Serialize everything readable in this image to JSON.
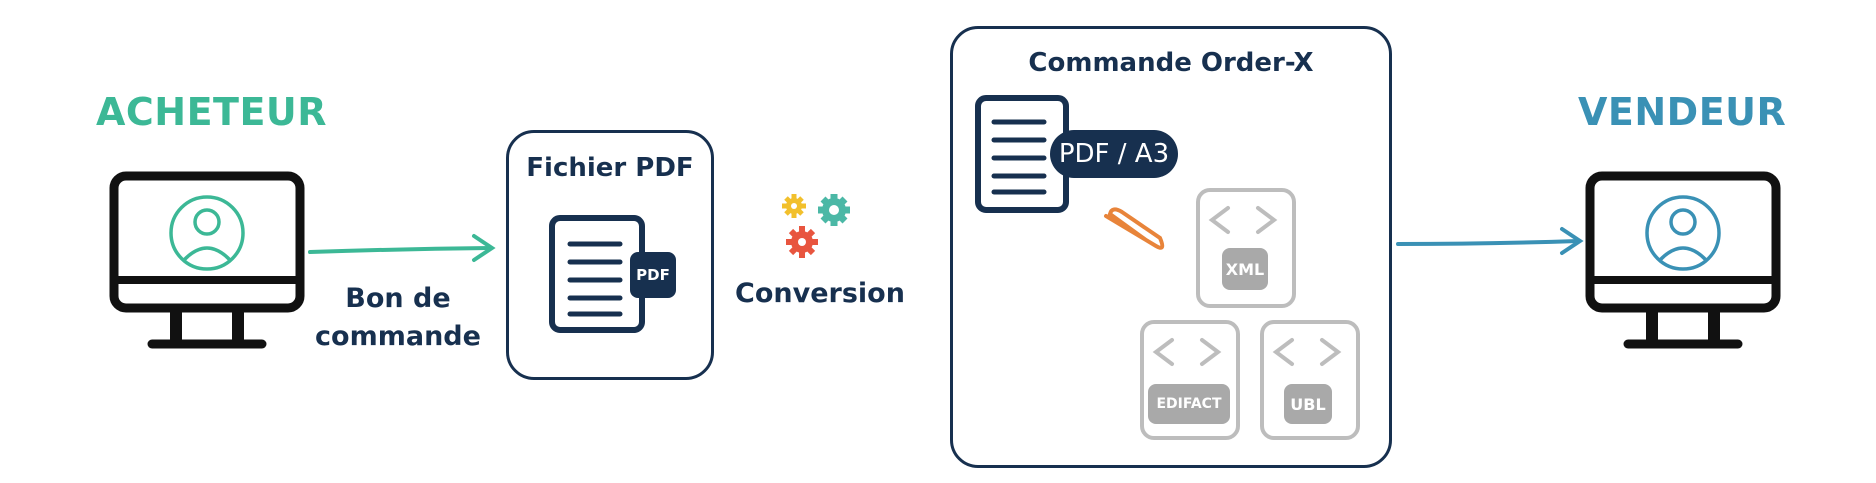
{
  "buyer": {
    "label": "ACHETEUR",
    "color": "#3cb896",
    "icon": "user-monitor-icon"
  },
  "seller": {
    "label": "VENDEUR",
    "color": "#3a91b5",
    "icon": "user-monitor-icon"
  },
  "purchase_order": {
    "line1": "Bon de",
    "line2": "commande"
  },
  "pdf_file": {
    "title": "Fichier PDF",
    "badge": "PDF"
  },
  "conversion": {
    "label": "Conversion",
    "icon": "gears-icon"
  },
  "order_x": {
    "title": "Commande Order-X",
    "pdf_badge": "PDF / A3",
    "attachment_icon": "paperclip-icon",
    "formats": [
      "XML",
      "EDIFACT",
      "UBL"
    ]
  },
  "colors": {
    "navy": "#17304f",
    "green": "#3cb896",
    "blue": "#3a91b5",
    "grey": "#bdbdbd",
    "orange": "#e8843a"
  }
}
